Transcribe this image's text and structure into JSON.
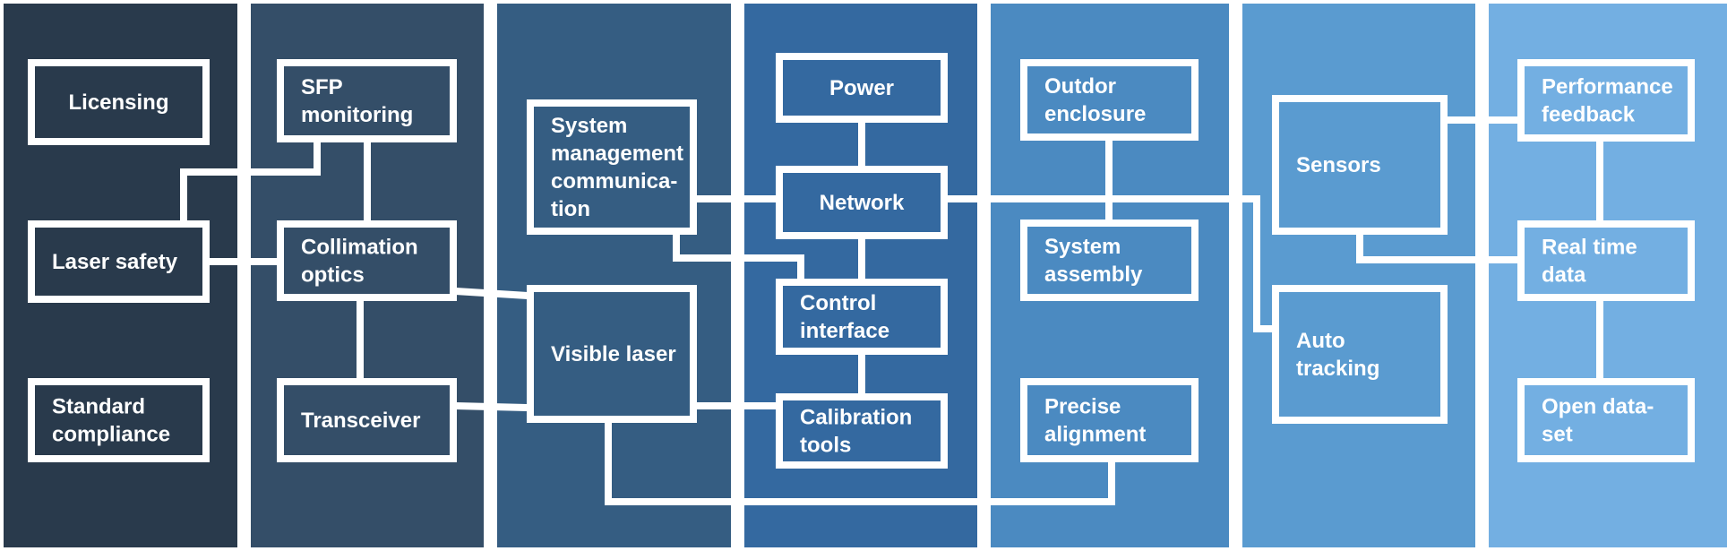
{
  "columns": [
    {
      "id": "col-1",
      "color": "#293a4c"
    },
    {
      "id": "col-2",
      "color": "#344e68"
    },
    {
      "id": "col-3",
      "color": "#355d82"
    },
    {
      "id": "col-4",
      "color": "#3469a0"
    },
    {
      "id": "col-5",
      "color": "#4b8ac1"
    },
    {
      "id": "col-6",
      "color": "#5a9bd0"
    },
    {
      "id": "col-7",
      "color": "#73afe2"
    }
  ],
  "boxes": [
    {
      "id": "licensing",
      "lines": [
        "Licensing"
      ]
    },
    {
      "id": "laser-safety",
      "lines": [
        "Laser safety"
      ]
    },
    {
      "id": "standard-compliance",
      "lines": [
        "Standard",
        "compliance"
      ]
    },
    {
      "id": "sfp-monitoring",
      "lines": [
        "SFP",
        "monitoring"
      ]
    },
    {
      "id": "collimation-optics",
      "lines": [
        "Collimation",
        "optics"
      ]
    },
    {
      "id": "transceiver",
      "lines": [
        "Transceiver"
      ]
    },
    {
      "id": "system-management-communication",
      "lines": [
        "System",
        "management",
        "communica-",
        "tion"
      ]
    },
    {
      "id": "visible-laser",
      "lines": [
        "Visible laser"
      ]
    },
    {
      "id": "power",
      "lines": [
        "Power"
      ]
    },
    {
      "id": "network",
      "lines": [
        "Network"
      ]
    },
    {
      "id": "control-interface",
      "lines": [
        "Control",
        "interface"
      ]
    },
    {
      "id": "calibration-tools",
      "lines": [
        "Calibration",
        "tools"
      ]
    },
    {
      "id": "outdoor-enclosure",
      "lines": [
        "Outdor",
        "enclosure"
      ]
    },
    {
      "id": "system-assembly",
      "lines": [
        "System",
        "assembly"
      ]
    },
    {
      "id": "precise-alignment",
      "lines": [
        "Precise",
        "alignment"
      ]
    },
    {
      "id": "sensors",
      "lines": [
        "Sensors"
      ]
    },
    {
      "id": "auto-tracking",
      "lines": [
        "Auto",
        "tracking"
      ]
    },
    {
      "id": "performance-feedback",
      "lines": [
        "Performance",
        "feedback"
      ]
    },
    {
      "id": "real-time-data",
      "lines": [
        "Real time",
        "data"
      ]
    },
    {
      "id": "open-data-set",
      "lines": [
        "Open data-",
        "set"
      ]
    }
  ],
  "connections": [
    {
      "from": "sfp-monitoring",
      "to": "laser-safety"
    },
    {
      "from": "sfp-monitoring",
      "to": "collimation-optics"
    },
    {
      "from": "laser-safety",
      "to": "collimation-optics"
    },
    {
      "from": "collimation-optics",
      "to": "transceiver"
    },
    {
      "from": "collimation-optics",
      "to": "visible-laser"
    },
    {
      "from": "transceiver",
      "to": "visible-laser"
    },
    {
      "from": "system-management-communication",
      "to": "network"
    },
    {
      "from": "system-management-communication",
      "to": "control-interface"
    },
    {
      "from": "power",
      "to": "network"
    },
    {
      "from": "network",
      "to": "control-interface"
    },
    {
      "from": "control-interface",
      "to": "calibration-tools"
    },
    {
      "from": "visible-laser",
      "to": "calibration-tools"
    },
    {
      "from": "network",
      "to": "auto-tracking"
    },
    {
      "from": "outdoor-enclosure",
      "to": "system-assembly"
    },
    {
      "from": "visible-laser",
      "to": "precise-alignment"
    },
    {
      "from": "sensors",
      "to": "performance-feedback"
    },
    {
      "from": "performance-feedback",
      "to": "real-time-data"
    },
    {
      "from": "sensors",
      "to": "real-time-data"
    },
    {
      "from": "real-time-data",
      "to": "open-data-set"
    }
  ],
  "line_color": "#ffffff",
  "text_color": "#ffffff"
}
